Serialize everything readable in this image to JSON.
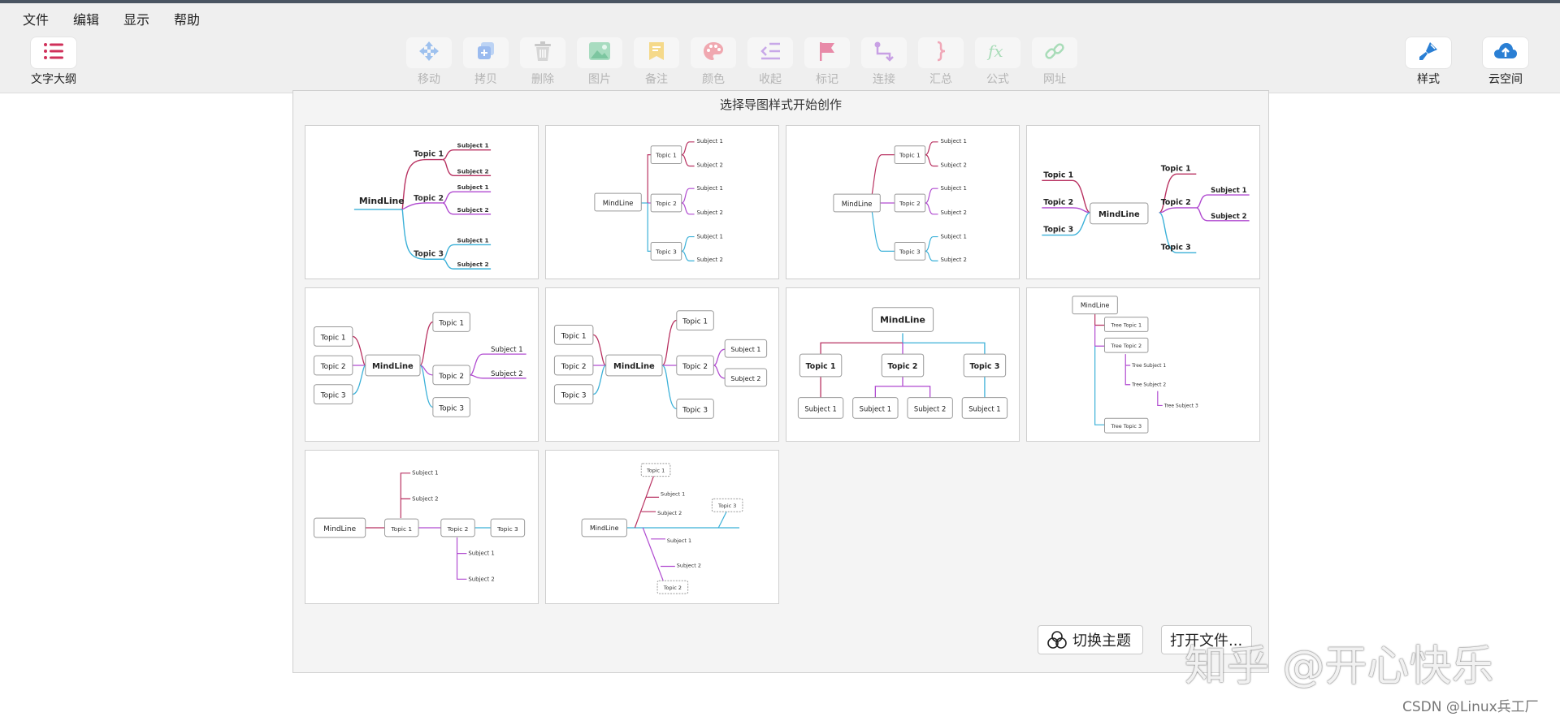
{
  "menu": [
    "文件",
    "编辑",
    "显示",
    "帮助"
  ],
  "toolbar": {
    "outline": "文字大纲",
    "tools": [
      "移动",
      "拷贝",
      "删除",
      "图片",
      "备注",
      "颜色",
      "收起",
      "标记",
      "连接",
      "汇总",
      "公式",
      "网址"
    ],
    "style": "样式",
    "cloud": "云空间"
  },
  "dialog": {
    "title": "选择导图样式开始创作",
    "switch_theme": "切换主题",
    "open_file": "打开文件..."
  },
  "watermark": "知乎 @开心快乐",
  "credit": "CSDN @Linux兵工厂",
  "templates": {
    "center": "MindLine",
    "topics": [
      "Topic 1",
      "Topic 2",
      "Topic 3"
    ],
    "subject1": "Subject 1",
    "subject2": "Subject 2",
    "tree_topics": [
      "Tree Topic 1",
      "Tree Topic 2",
      "Tree Topic 3"
    ],
    "tree_subjects": [
      "Tree Subject 1",
      "Tree Subject 2",
      "Tree Subject 3"
    ]
  },
  "colors": {
    "red": "#b83060",
    "purple": "#b04ad0",
    "cyan": "#3ab0d8",
    "link": "#3ab0d8"
  }
}
